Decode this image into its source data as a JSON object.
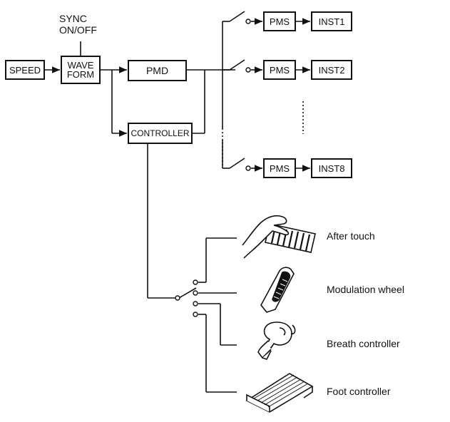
{
  "blocks": {
    "speed": "SPEED",
    "waveform_line1": "WAVE",
    "waveform_line2": "FORM",
    "pmd": "PMD",
    "controller": "CONTROLLER",
    "pms": [
      "PMS",
      "PMS",
      "PMS"
    ],
    "inst": [
      "INST1",
      "INST2",
      "INST8"
    ]
  },
  "sync_label_line1": "SYNC",
  "sync_label_line2": "ON/OFF",
  "controller_sources": [
    {
      "label": "After touch",
      "icon": "hand-on-keyboard-icon"
    },
    {
      "label": "Modulation wheel",
      "icon": "modulation-wheel-icon"
    },
    {
      "label": "Breath controller",
      "icon": "breath-controller-icon"
    },
    {
      "label": "Foot controller",
      "icon": "foot-pedal-icon"
    }
  ]
}
